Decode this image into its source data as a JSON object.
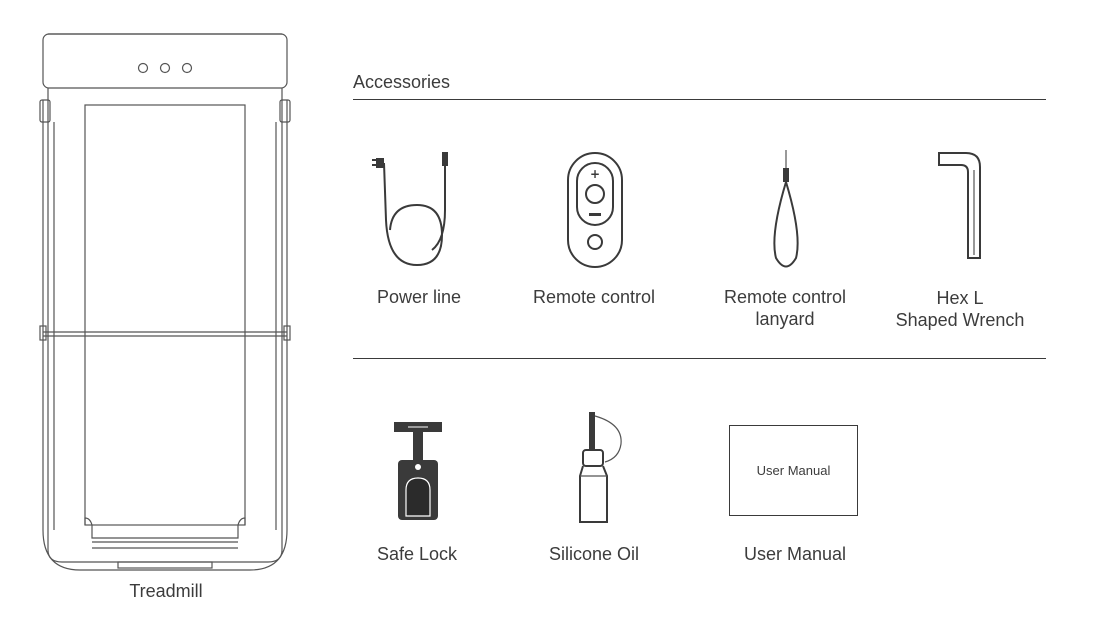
{
  "section_title": "Accessories",
  "treadmill": {
    "label": "Treadmill"
  },
  "accessories": [
    {
      "label_line1": "Power line",
      "label_line2": ""
    },
    {
      "label_line1": "Remote control",
      "label_line2": ""
    },
    {
      "label_line1": "Remote control",
      "label_line2": "lanyard"
    },
    {
      "label_line1": "Hex L",
      "label_line2": "Shaped Wrench"
    },
    {
      "label_line1": "Safe Lock",
      "label_line2": ""
    },
    {
      "label_line1": "Silicone Oil",
      "label_line2": ""
    },
    {
      "label_line1": "User Manual",
      "label_line2": ""
    }
  ],
  "manual_cover_text": "User Manual",
  "colors": {
    "line": "#3a3a3a",
    "text": "#3c3c3c",
    "background": "#ffffff"
  }
}
